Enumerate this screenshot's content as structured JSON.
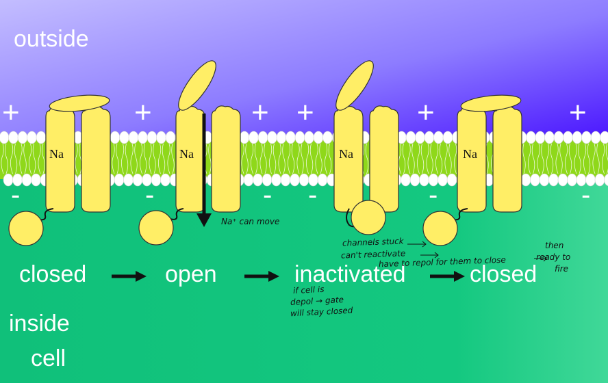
{
  "labels": {
    "outside": "outside",
    "inside_line1": "inside",
    "inside_line2": "cell",
    "channel": "Na",
    "plus": "+",
    "minus": "-"
  },
  "stages": [
    "closed",
    "open",
    "inactivated",
    "closed"
  ],
  "handwritten": {
    "na_can_move": "Na⁺ can move",
    "stuck_1": "channels stuck",
    "stuck_2": "can't reactivate",
    "stuck_3": "have to repol for them to close",
    "then_1": "then",
    "then_2": "ready to",
    "then_3": "fire",
    "depol_1": "if cell is",
    "depol_2": "depol → gate",
    "depol_3": "will stay closed"
  },
  "colors": {
    "outside_top": "#b8b0ff",
    "outside_bottom": "#5a2bff",
    "inside": "#11c47e",
    "inside_right": "#3dd896",
    "lipid_tail": "#8fd81a",
    "lipid_head": "#ffffff",
    "protein": "#ffee66",
    "text": "#ffffff"
  }
}
